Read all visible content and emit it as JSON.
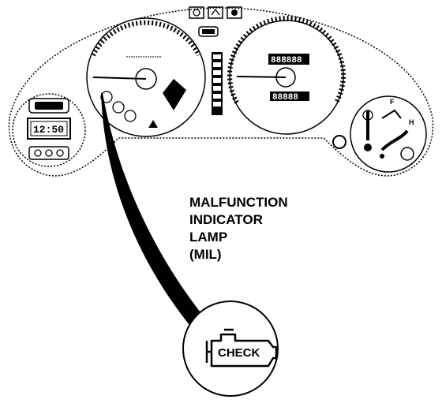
{
  "callout": {
    "lines": [
      "MALFUNCTION",
      "INDICATOR",
      "LAMP",
      "(MIL)"
    ]
  },
  "mil_lamp": {
    "text": "CHECK"
  },
  "clock": {
    "text": "12:50"
  },
  "gauges": {
    "fuel_full_mark": "F",
    "temp_hot_mark": "H"
  },
  "colors": {
    "ink": "#000000",
    "paper": "#ffffff"
  }
}
